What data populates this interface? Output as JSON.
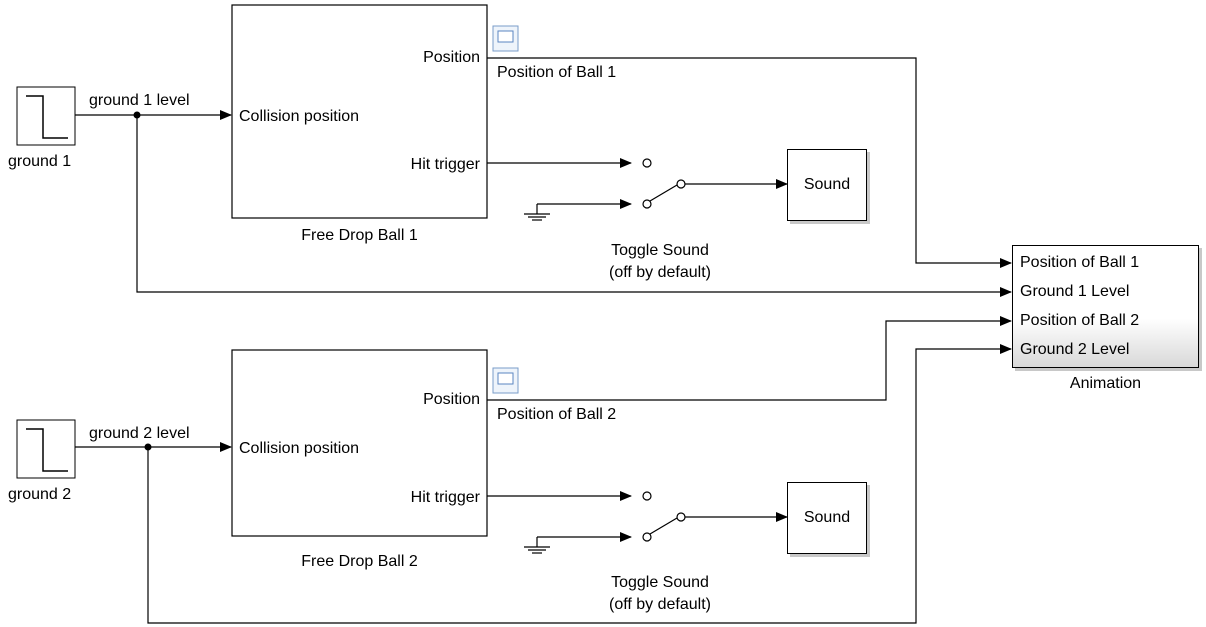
{
  "source_blocks": [
    {
      "name": "ground 1",
      "signal_label": "ground 1 level"
    },
    {
      "name": "ground 2",
      "signal_label": "ground 2 level"
    }
  ],
  "subsystems": [
    {
      "name": "Free Drop Ball 1",
      "input_port": "Collision position",
      "output_ports": [
        "Position",
        "Hit trigger"
      ]
    },
    {
      "name": "Free Drop Ball 2",
      "input_port": "Collision position",
      "output_ports": [
        "Position",
        "Hit trigger"
      ]
    }
  ],
  "position_signals": [
    "Position of Ball 1",
    "Position of Ball 2"
  ],
  "toggles": [
    {
      "line1": "Toggle Sound",
      "line2": "(off by default)"
    },
    {
      "line1": "Toggle Sound",
      "line2": "(off by default)"
    }
  ],
  "sound_blocks": [
    "Sound",
    "Sound"
  ],
  "animation": {
    "name": "Animation",
    "ports": [
      "Position of Ball 1",
      "Ground 1 Level",
      "Position of Ball 2",
      "Ground 2 Level"
    ]
  }
}
